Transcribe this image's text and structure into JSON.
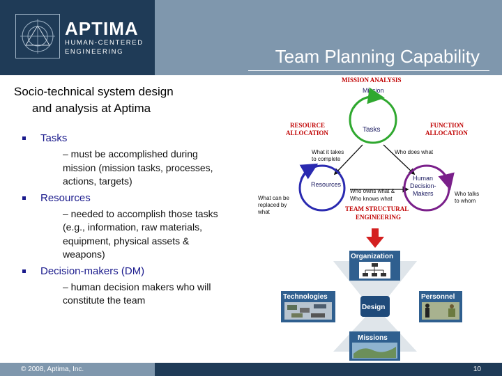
{
  "header": {
    "logo_name": "APTIMA",
    "logo_sub1": "HUMAN-CENTERED",
    "logo_sub2": "ENGINEERING",
    "title": "Team Planning Capability"
  },
  "intro": {
    "line1": "Socio-technical system design",
    "line2": "and analysis at Aptima"
  },
  "bullets": [
    {
      "label": "Tasks",
      "sub": [
        "– must be accomplished during",
        "mission (mission tasks, processes,",
        "actions, targets)"
      ]
    },
    {
      "label": "Resources",
      "sub": [
        "– needed to accomplish those tasks",
        "(e.g., information, raw materials,",
        "equipment, physical assets &",
        "weapons)"
      ]
    },
    {
      "label": "Decision-makers (DM)",
      "sub": [
        "– human decision makers who will",
        "constitute the team"
      ]
    }
  ],
  "diagram": {
    "mission_analysis": "MISSION ANALYSIS",
    "mission": "Mission",
    "tasks": "Tasks",
    "resource_allocation_1": "RESOURCE",
    "resource_allocation_2": "ALLOCATION",
    "function_allocation_1": "FUNCTION",
    "function_allocation_2": "ALLOCATION",
    "what_it_takes_1": "What it takes",
    "what_it_takes_2": "to complete",
    "who_does_what": "Who does what",
    "resources": "Resources",
    "human_dm_1": "Human",
    "human_dm_2": "Decision-",
    "human_dm_3": "Makers",
    "replaced_1": "What can be",
    "replaced_2": "replaced by",
    "replaced_3": "what",
    "who_owns_1": "Who owns what &",
    "who_owns_2": "Who knows what",
    "who_talks_1": "Who talks",
    "who_talks_2": "to whom",
    "tse_1": "TEAM STRUCTURAL",
    "tse_2": "ENGINEERING",
    "organization": "Organization",
    "technologies": "Technologies",
    "personnel": "Personnel",
    "design": "Design",
    "missions": "Missions"
  },
  "footer": {
    "copyright": "© 2008, Aptima, Inc.",
    "page": "10"
  },
  "colors": {
    "header_bg": "#7f97ad",
    "navy": "#1f3b57",
    "bullet_blue": "#1a1a8c",
    "red_label": "#c00000",
    "cycle_green": "#2fa82f",
    "cycle_blue": "#2a2ab0",
    "cycle_purple": "#7a1f8a",
    "down_arrow_red": "#d42020",
    "panel_blue": "#2f5f8f"
  }
}
